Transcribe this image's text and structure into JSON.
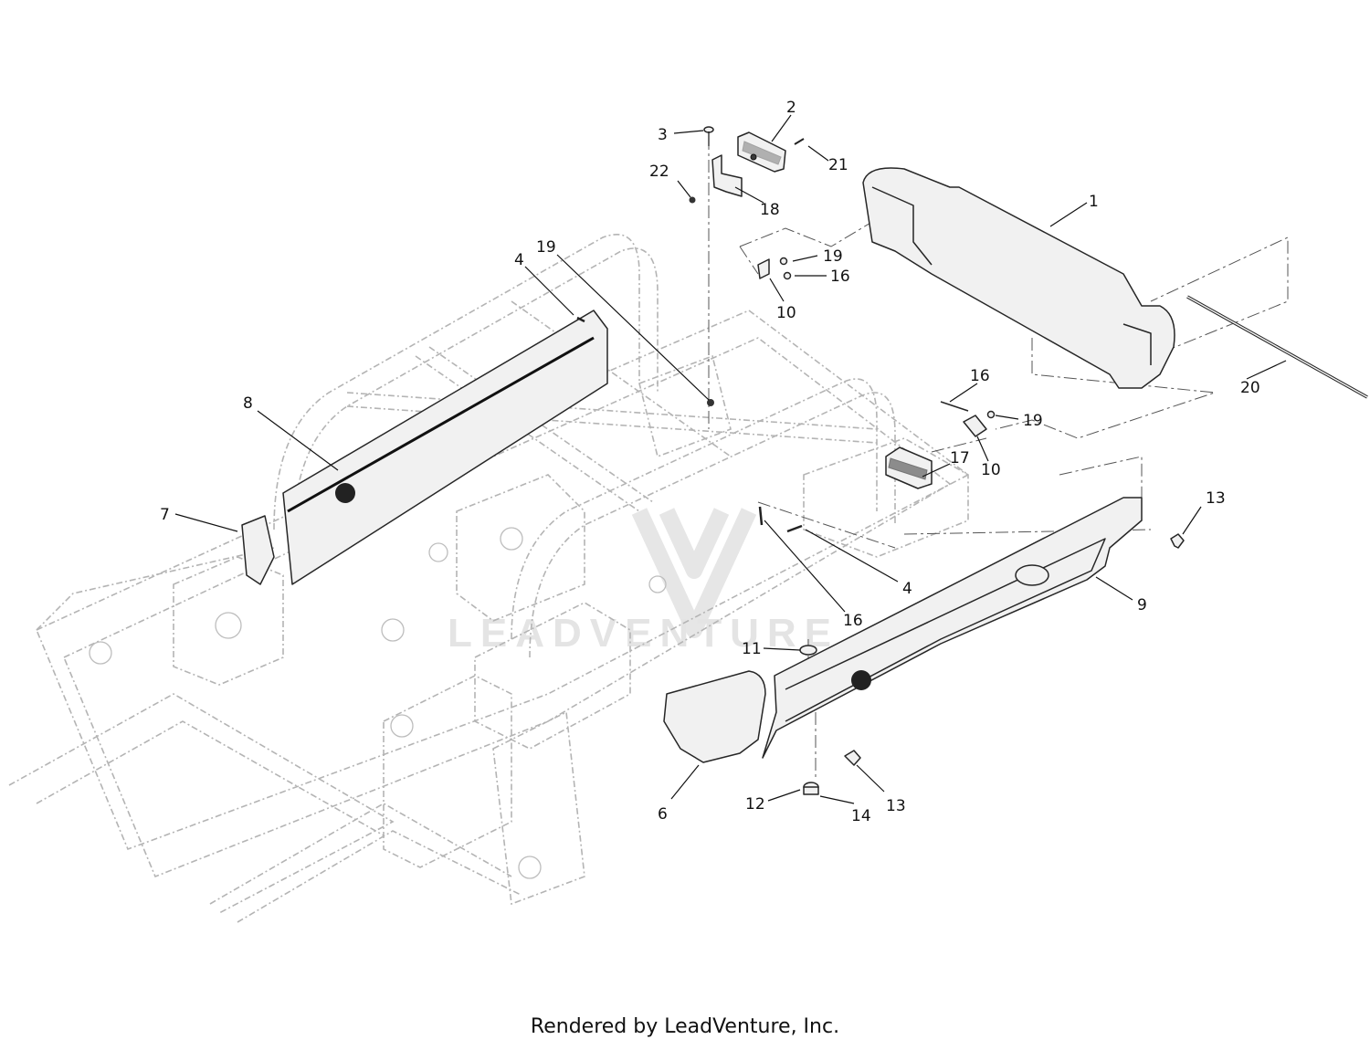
{
  "watermark": {
    "text": "LEADVENTURE"
  },
  "callouts": [
    {
      "part": "1",
      "label": "1"
    },
    {
      "part": "2",
      "label": "2"
    },
    {
      "part": "3",
      "label": "3"
    },
    {
      "part": "4",
      "label": "4"
    },
    {
      "part": "4",
      "label": "4"
    },
    {
      "part": "6",
      "label": "6"
    },
    {
      "part": "7",
      "label": "7"
    },
    {
      "part": "8",
      "label": "8"
    },
    {
      "part": "9",
      "label": "9"
    },
    {
      "part": "10",
      "label": "10"
    },
    {
      "part": "10",
      "label": "10"
    },
    {
      "part": "11",
      "label": "11"
    },
    {
      "part": "12",
      "label": "12"
    },
    {
      "part": "13",
      "label": "13"
    },
    {
      "part": "13",
      "label": "13"
    },
    {
      "part": "14",
      "label": "14"
    },
    {
      "part": "16",
      "label": "16"
    },
    {
      "part": "16",
      "label": "16"
    },
    {
      "part": "16",
      "label": "16"
    },
    {
      "part": "17",
      "label": "17"
    },
    {
      "part": "18",
      "label": "18"
    },
    {
      "part": "19",
      "label": "19"
    },
    {
      "part": "19",
      "label": "19"
    },
    {
      "part": "19",
      "label": "19"
    },
    {
      "part": "20",
      "label": "20"
    },
    {
      "part": "21",
      "label": "21"
    },
    {
      "part": "22",
      "label": "22"
    }
  ],
  "footer": {
    "text": "Rendered by LeadVenture, Inc."
  }
}
